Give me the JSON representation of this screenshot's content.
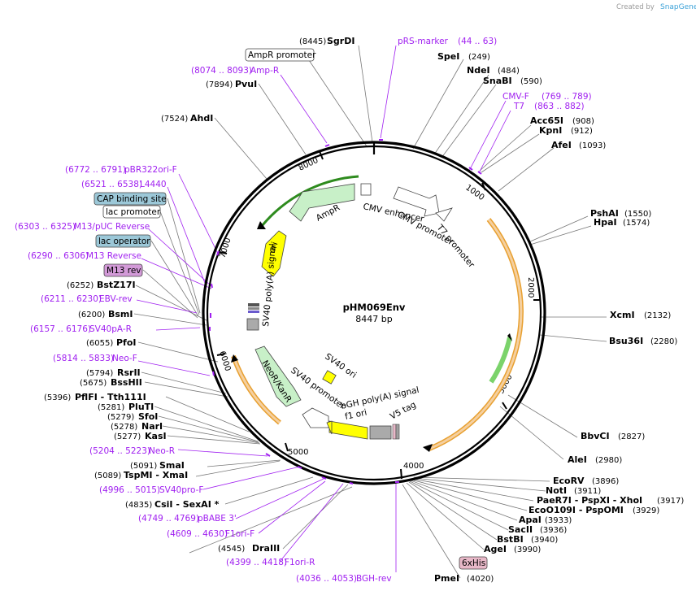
{
  "credit": {
    "created_by": "Created by",
    "brand": "SnapGene"
  },
  "plasmid": {
    "name": "pHM069Env",
    "length_label": "8447 bp"
  },
  "ticks": [
    "1000",
    "2000",
    "3000",
    "4000",
    "5000",
    "6000",
    "7000",
    "8000"
  ],
  "enzymes": [
    {
      "name": "SgrDI",
      "pos": "(8445)"
    },
    {
      "name": "SpeI",
      "pos": "(249)"
    },
    {
      "name": "NdeI",
      "pos": "(484)"
    },
    {
      "name": "SnaBI",
      "pos": "(590)"
    },
    {
      "name": "Acc65I",
      "pos": "(908)"
    },
    {
      "name": "KpnI",
      "pos": "(912)"
    },
    {
      "name": "AfeI",
      "pos": "(1093)"
    },
    {
      "name": "PshAI",
      "pos": "(1550)"
    },
    {
      "name": "HpaI",
      "pos": "(1574)"
    },
    {
      "name": "XcmI",
      "pos": "(2132)"
    },
    {
      "name": "Bsu36I",
      "pos": "(2280)"
    },
    {
      "name": "BbvCI",
      "pos": "(2827)"
    },
    {
      "name": "AleI",
      "pos": "(2980)"
    },
    {
      "name": "EcoRV",
      "pos": "(3896)"
    },
    {
      "name": "NotI",
      "pos": "(3911)"
    },
    {
      "name": "PaeR7I - PspXI - XhoI",
      "pos": "(3917)"
    },
    {
      "name": "EcoO109I - PspOMI",
      "pos": "(3929)"
    },
    {
      "name": "ApaI",
      "pos": "(3933)"
    },
    {
      "name": "SacII",
      "pos": "(3936)"
    },
    {
      "name": "BstBI",
      "pos": "(3940)"
    },
    {
      "name": "AgeI",
      "pos": "(3990)"
    },
    {
      "name": "PmeI",
      "pos": "(4020)"
    },
    {
      "name": "DraIII",
      "pos": "(4545)"
    },
    {
      "name": "CsiI - SexAI *",
      "pos": "(4835)"
    },
    {
      "name": "SmaI",
      "pos": "(5091)"
    },
    {
      "name": "TspMI - XmaI",
      "pos": "(5089)"
    },
    {
      "name": "KasI",
      "pos": "(5277)"
    },
    {
      "name": "NarI",
      "pos": "(5278)"
    },
    {
      "name": "SfoI",
      "pos": "(5279)"
    },
    {
      "name": "PluTI",
      "pos": "(5281)"
    },
    {
      "name": "PflFI - Tth111I",
      "pos": "(5396)"
    },
    {
      "name": "BssHII",
      "pos": "(5675)"
    },
    {
      "name": "RsrII",
      "pos": "(5794)"
    },
    {
      "name": "PfoI",
      "pos": "(6055)"
    },
    {
      "name": "BsmI",
      "pos": "(6200)"
    },
    {
      "name": "BstZ17I",
      "pos": "(6252)"
    },
    {
      "name": "AhdI",
      "pos": "(7524)"
    },
    {
      "name": "PvuI",
      "pos": "(7894)"
    }
  ],
  "primers": [
    {
      "name": "pRS-marker",
      "range": "(44 .. 63)"
    },
    {
      "name": "CMV-F",
      "range": "(769 .. 789)"
    },
    {
      "name": "T7",
      "range": "(863 .. 882)"
    },
    {
      "name": "Amp-R",
      "range": "(8074 .. 8093)"
    },
    {
      "name": "pBR322ori-F",
      "range": "(6772 .. 6791)"
    },
    {
      "name": "L4440",
      "range": "(6521 .. 6538)"
    },
    {
      "name": "M13/pUC Reverse",
      "range": "(6303 .. 6325)"
    },
    {
      "name": "M13 Reverse",
      "range": "(6290 .. 6306)"
    },
    {
      "name": "EBV-rev",
      "range": "(6211 .. 6230)"
    },
    {
      "name": "SV40pA-R",
      "range": "(6157 .. 6176)"
    },
    {
      "name": "Neo-F",
      "range": "(5814 .. 5833)"
    },
    {
      "name": "Neo-R",
      "range": "(5204 .. 5223)"
    },
    {
      "name": "SV40pro-F",
      "range": "(4996 .. 5015)"
    },
    {
      "name": "pBABE 3'",
      "range": "(4749 .. 4769)"
    },
    {
      "name": "F1ori-F",
      "range": "(4609 .. 4630)"
    },
    {
      "name": "F1ori-R",
      "range": "(4399 .. 4418)"
    },
    {
      "name": "BGH-rev",
      "range": "(4036 .. 4053)"
    }
  ],
  "boxed_labels": {
    "ampr_promoter": "AmpR promoter",
    "cap_site": "CAP binding site",
    "lac_promoter": "lac promoter",
    "lac_operator": "lac operator",
    "m13_rev": "M13 rev",
    "his_tag": "6xHis"
  },
  "features": {
    "ampr": "AmpR",
    "ori": "ori",
    "sv40_polya": "SV40 poly(A) signal",
    "neo": "NeoR/KanR",
    "sv40_promoter": "SV40 promoter",
    "sv40_ori": "SV40 ori",
    "f1_ori": "f1 ori",
    "bgh": "bGH poly(A) signal",
    "v5": "V5 tag",
    "cmv_enh": "CMV enhancer",
    "cmv_prom": "CMV promoter",
    "t7_prom": "T7 promoter"
  },
  "colors": {
    "primer": "#a020f0",
    "cap_box": "#9cc8d8",
    "m13_box": "#d39ad8",
    "his_box": "#e8b8c8",
    "backbone": "#000000",
    "ampr_fill": "#c8f0c8",
    "ori_fill": "#ffff00",
    "orf_outline": "#e8a030"
  }
}
